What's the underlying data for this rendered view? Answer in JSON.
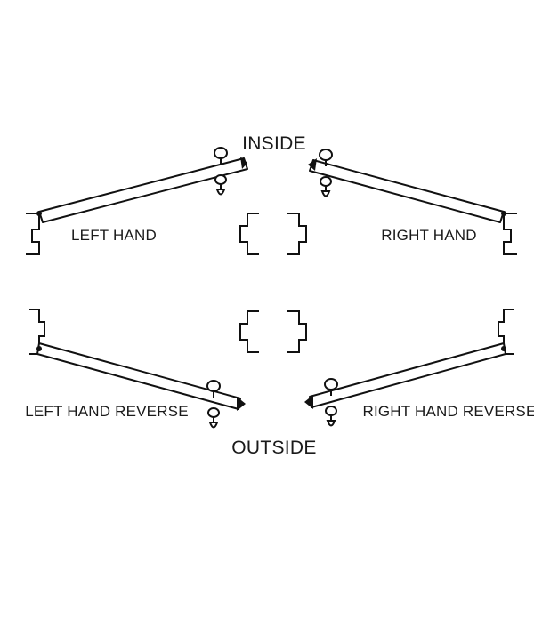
{
  "diagram": {
    "title_top": "INSIDE",
    "title_bottom": "OUTSIDE",
    "doors": [
      {
        "id": "lh",
        "label": "LEFT HAND"
      },
      {
        "id": "rh",
        "label": "RIGHT HAND"
      },
      {
        "id": "lhr",
        "label": "LEFT HAND REVERSE"
      },
      {
        "id": "rhr",
        "label": "RIGHT HAND REVERSE"
      }
    ]
  },
  "colors": {
    "line": "#111111",
    "background": "#ffffff"
  }
}
